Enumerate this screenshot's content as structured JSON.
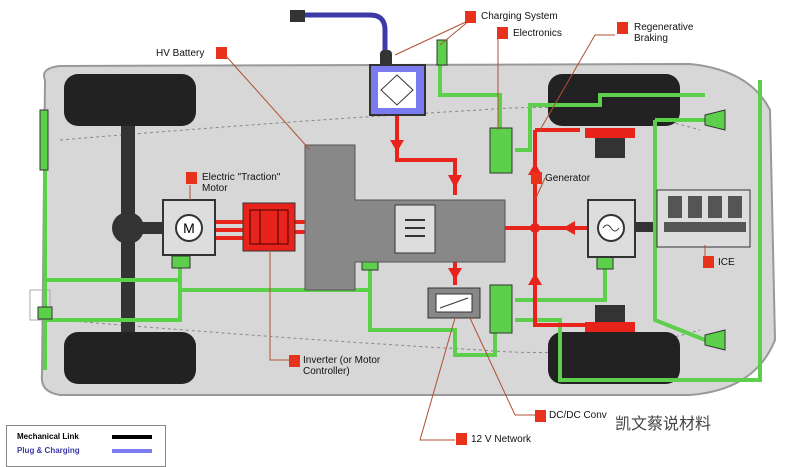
{
  "labels": {
    "charging_system": "Charging System",
    "electronics": "Electronics",
    "regenerative_braking": "Regenerative Braking",
    "hv_battery": "HV Battery",
    "electric_motor": "Electric \"Traction\" Motor",
    "generator": "Generator",
    "ice": "ICE",
    "inverter": "Inverter (or Motor Controller)",
    "dcdc": "DC/DC Conv",
    "network_12v": "12 V Network",
    "motor_symbol": "M"
  },
  "legend": {
    "items": [
      {
        "label": "Mechanical Link",
        "color": "#000000"
      },
      {
        "label": "Plug & Charging",
        "color": "#7b7bf0"
      }
    ]
  },
  "watermark": "凯文蔡说材料",
  "colors": {
    "hv": "#e8231c",
    "low_voltage": "#5cd04a",
    "marker": "#e8321c",
    "body": "#d9d9d9",
    "plug": "#3d3aa8"
  }
}
